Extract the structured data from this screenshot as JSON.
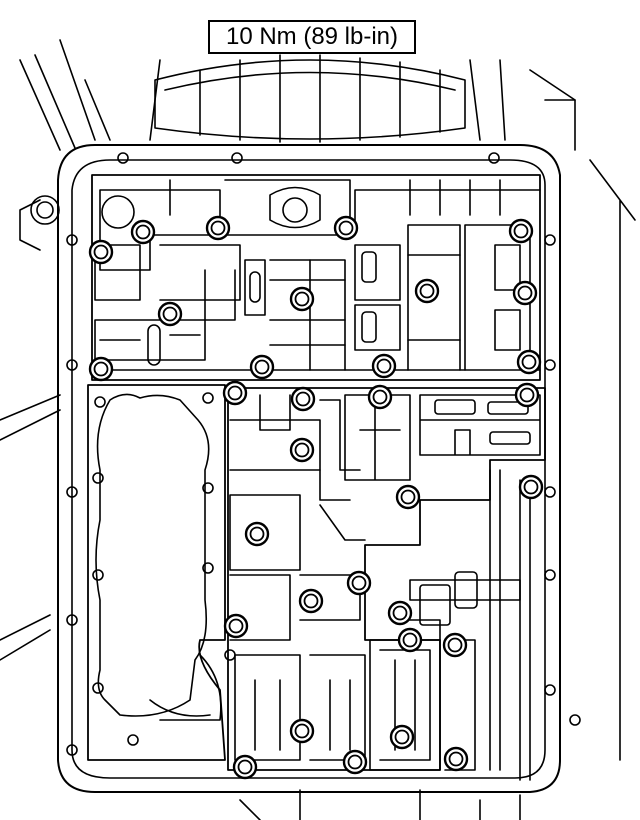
{
  "figure": {
    "torque_spec": "10 Nm (89 lb-in)",
    "highlighted_item": "bolt",
    "highlighted_bolt_count": 32,
    "colors": {
      "line": "#000000",
      "background": "#ffffff"
    }
  }
}
